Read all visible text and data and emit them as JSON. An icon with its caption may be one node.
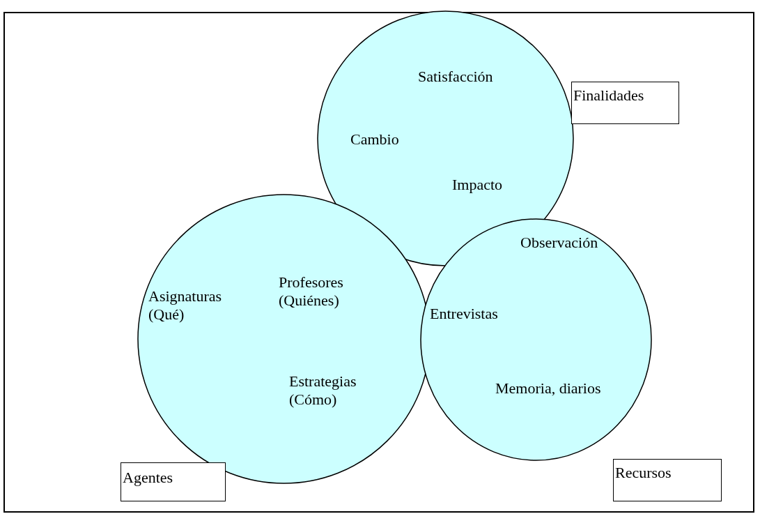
{
  "diagram": {
    "nodes": [
      {
        "text": [
          "Satisfacción",
          "Cambio",
          "Impacto"
        ]
      },
      {
        "text": [
          "Finalidades"
        ]
      },
      {
        "text": [
          "Asignaturas (Qué)",
          "Profesores (Quiénes)",
          "Estrategias (Cómo)"
        ]
      },
      {
        "text": [
          "Agentes"
        ]
      },
      {
        "text": [
          "Observación",
          "Entrevistas",
          "Memoria, diarios"
        ]
      },
      {
        "text": [
          "Recursos"
        ]
      }
    ],
    "edges": []
  }
}
